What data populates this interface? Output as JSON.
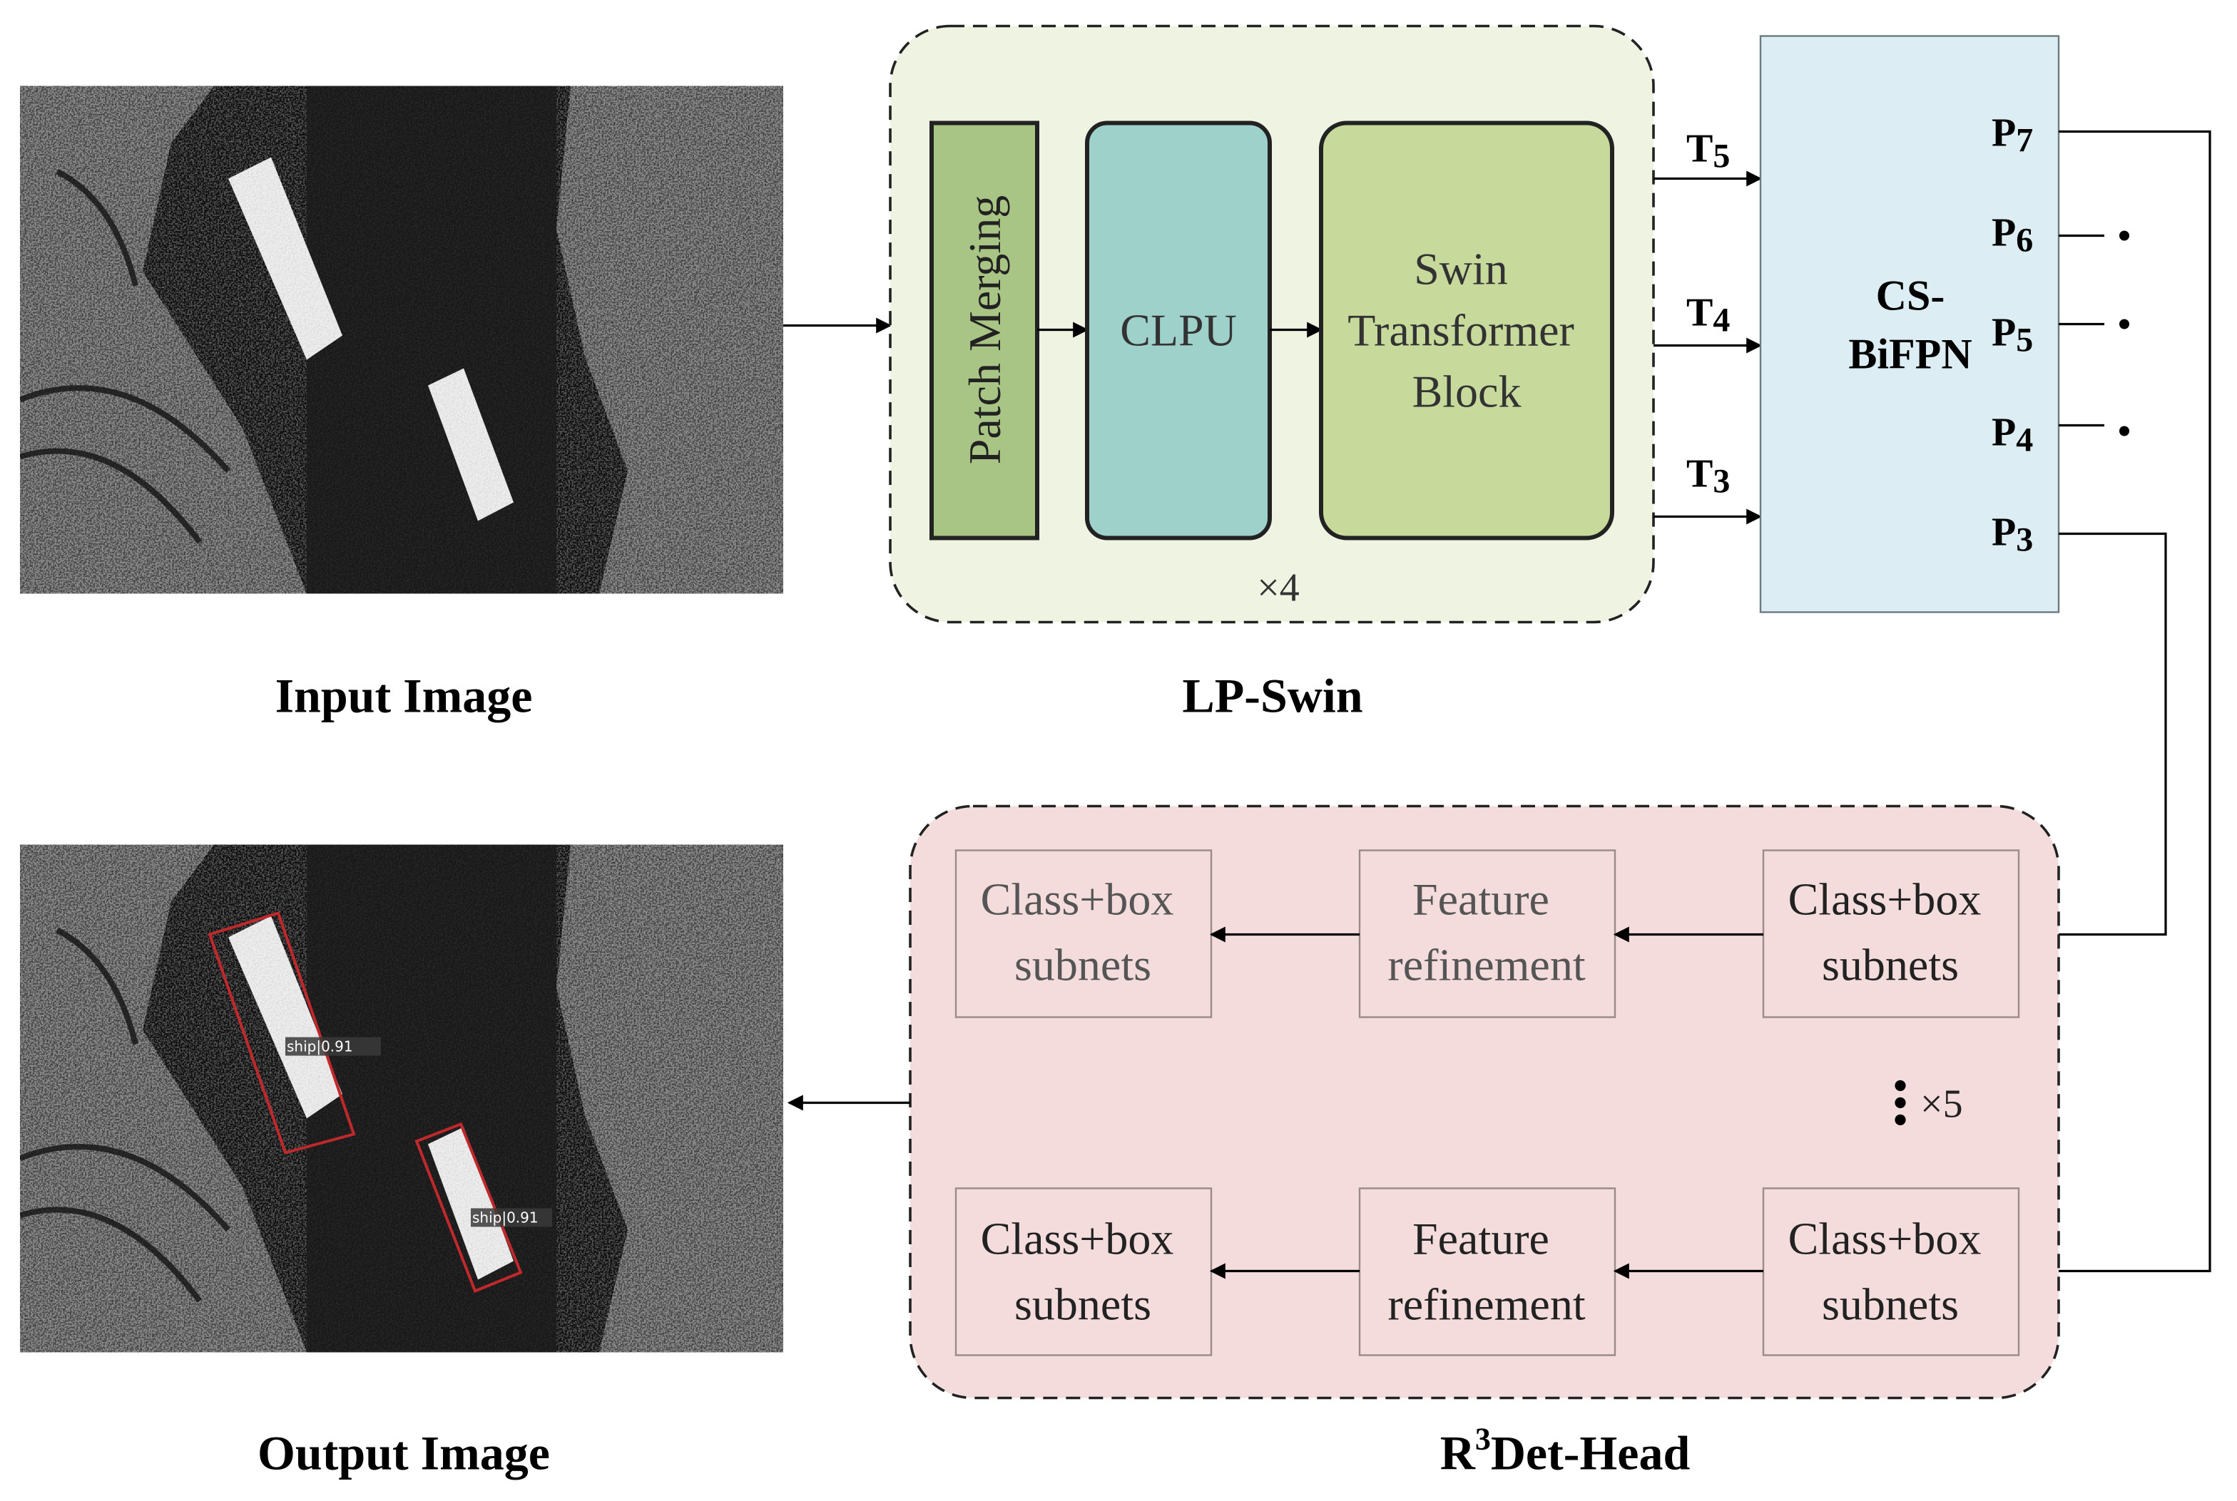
{
  "input": {
    "caption": "Input Image"
  },
  "output": {
    "caption": "Output Image",
    "detections": [
      {
        "label": "ship|0.91"
      },
      {
        "label": "ship|0.91"
      }
    ]
  },
  "lp_swin": {
    "caption": "LP-Swin",
    "patch_merging": "Patch Merging",
    "clpu": "CLPU",
    "swin_block": [
      "Swin",
      "Transformer",
      "Block"
    ],
    "repeat": "×4",
    "outputs": [
      {
        "letter": "T",
        "sub": "5"
      },
      {
        "letter": "T",
        "sub": "4"
      },
      {
        "letter": "T",
        "sub": "3"
      }
    ]
  },
  "bifpn": {
    "label_line1": "CS-",
    "label_line2": "BiFPN",
    "levels": [
      {
        "letter": "P",
        "sub": "7"
      },
      {
        "letter": "P",
        "sub": "6"
      },
      {
        "letter": "P",
        "sub": "5"
      },
      {
        "letter": "P",
        "sub": "4"
      },
      {
        "letter": "P",
        "sub": "3"
      }
    ]
  },
  "head": {
    "caption_prefix": "R",
    "caption_sup": "3",
    "caption_suffix": "Det-Head",
    "repeat": "×5",
    "rows": [
      {
        "output_box": [
          "Class+box",
          "subnets"
        ],
        "refine_box": [
          "Feature",
          "refinement"
        ],
        "input_box": [
          "Class+box",
          "subnets"
        ]
      },
      {
        "output_box": [
          "Class+box",
          "subnets"
        ],
        "refine_box": [
          "Feature",
          "refinement"
        ],
        "input_box": [
          "Class+box",
          "subnets"
        ]
      }
    ]
  },
  "colors": {
    "lp_swin_bg": "#eef3e2",
    "patch_merging_fill": "#a9c585",
    "clpu_fill": "#9fd1cb",
    "swin_block_fill": "#c8d99c",
    "bifpn_fill": "#dceef3",
    "head_bg": "#f4dcdc",
    "detection_box": "#c0282b"
  }
}
